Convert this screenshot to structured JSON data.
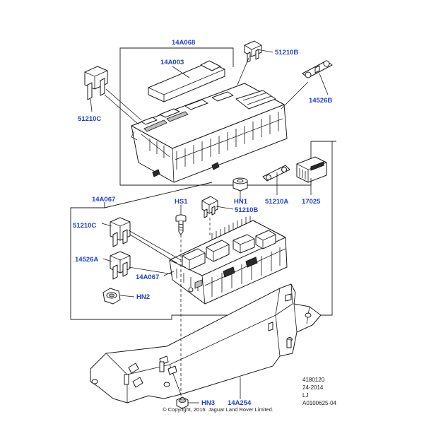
{
  "callouts": {
    "c_14A068": "14A068",
    "c_14A003": "14A003",
    "c_51210B_top": "51210B",
    "c_14526B": "14526B",
    "c_51210C_top": "51210C",
    "c_14A067_group": "14A067",
    "c_HS1": "HS1",
    "c_HN1": "HN1",
    "c_51210B_mid": "51210B",
    "c_51210A": "51210A",
    "c_17025": "17025",
    "c_51210C_mid": "51210C",
    "c_14526A": "14526A",
    "c_14A067_box": "14A067",
    "c_HN2": "HN2",
    "c_HN3": "HN3",
    "c_14A254": "14A254"
  },
  "reference": {
    "line1": "4180120",
    "line2": "24-2014",
    "line3": "LJ",
    "line4": "A0100625-04"
  },
  "copyright": "© Copyright, 2016. Jaguar Land Rover Limited.",
  "colors": {
    "callout": "#1f3fcf",
    "line": "#1a1a1a"
  }
}
